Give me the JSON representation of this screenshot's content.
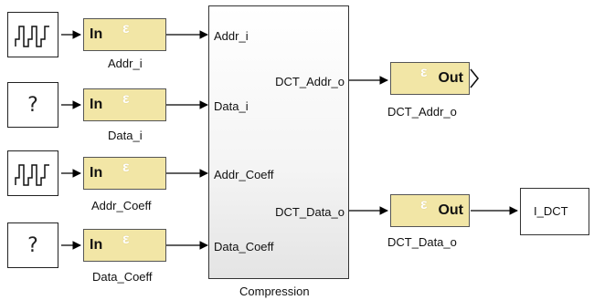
{
  "sources": [
    {
      "type": "repeating-sequence-stair",
      "icon": "stair-signal-icon"
    },
    {
      "type": "unknown",
      "glyph": "?"
    },
    {
      "type": "repeating-sequence-stair",
      "icon": "stair-signal-icon"
    },
    {
      "type": "unknown",
      "glyph": "?"
    }
  ],
  "gateways_in": [
    {
      "text": "In",
      "label": "Addr_i"
    },
    {
      "text": "In",
      "label": "Data_i"
    },
    {
      "text": "In",
      "label": "Addr_Coeff"
    },
    {
      "text": "In",
      "label": "Data_Coeff"
    }
  ],
  "subsystem": {
    "name": "Compression",
    "inports": [
      "Addr_i",
      "Data_i",
      "Addr_Coeff",
      "Data_Coeff"
    ],
    "outports": [
      "DCT_Addr_o",
      "DCT_Data_o"
    ]
  },
  "gateways_out": [
    {
      "text": "Out",
      "label": "DCT_Addr_o"
    },
    {
      "text": "Out",
      "label": "DCT_Data_o"
    }
  ],
  "sink": {
    "label": "I_DCT"
  },
  "colors": {
    "gateway_fill": "#f2e6a6",
    "line": "#000000"
  }
}
